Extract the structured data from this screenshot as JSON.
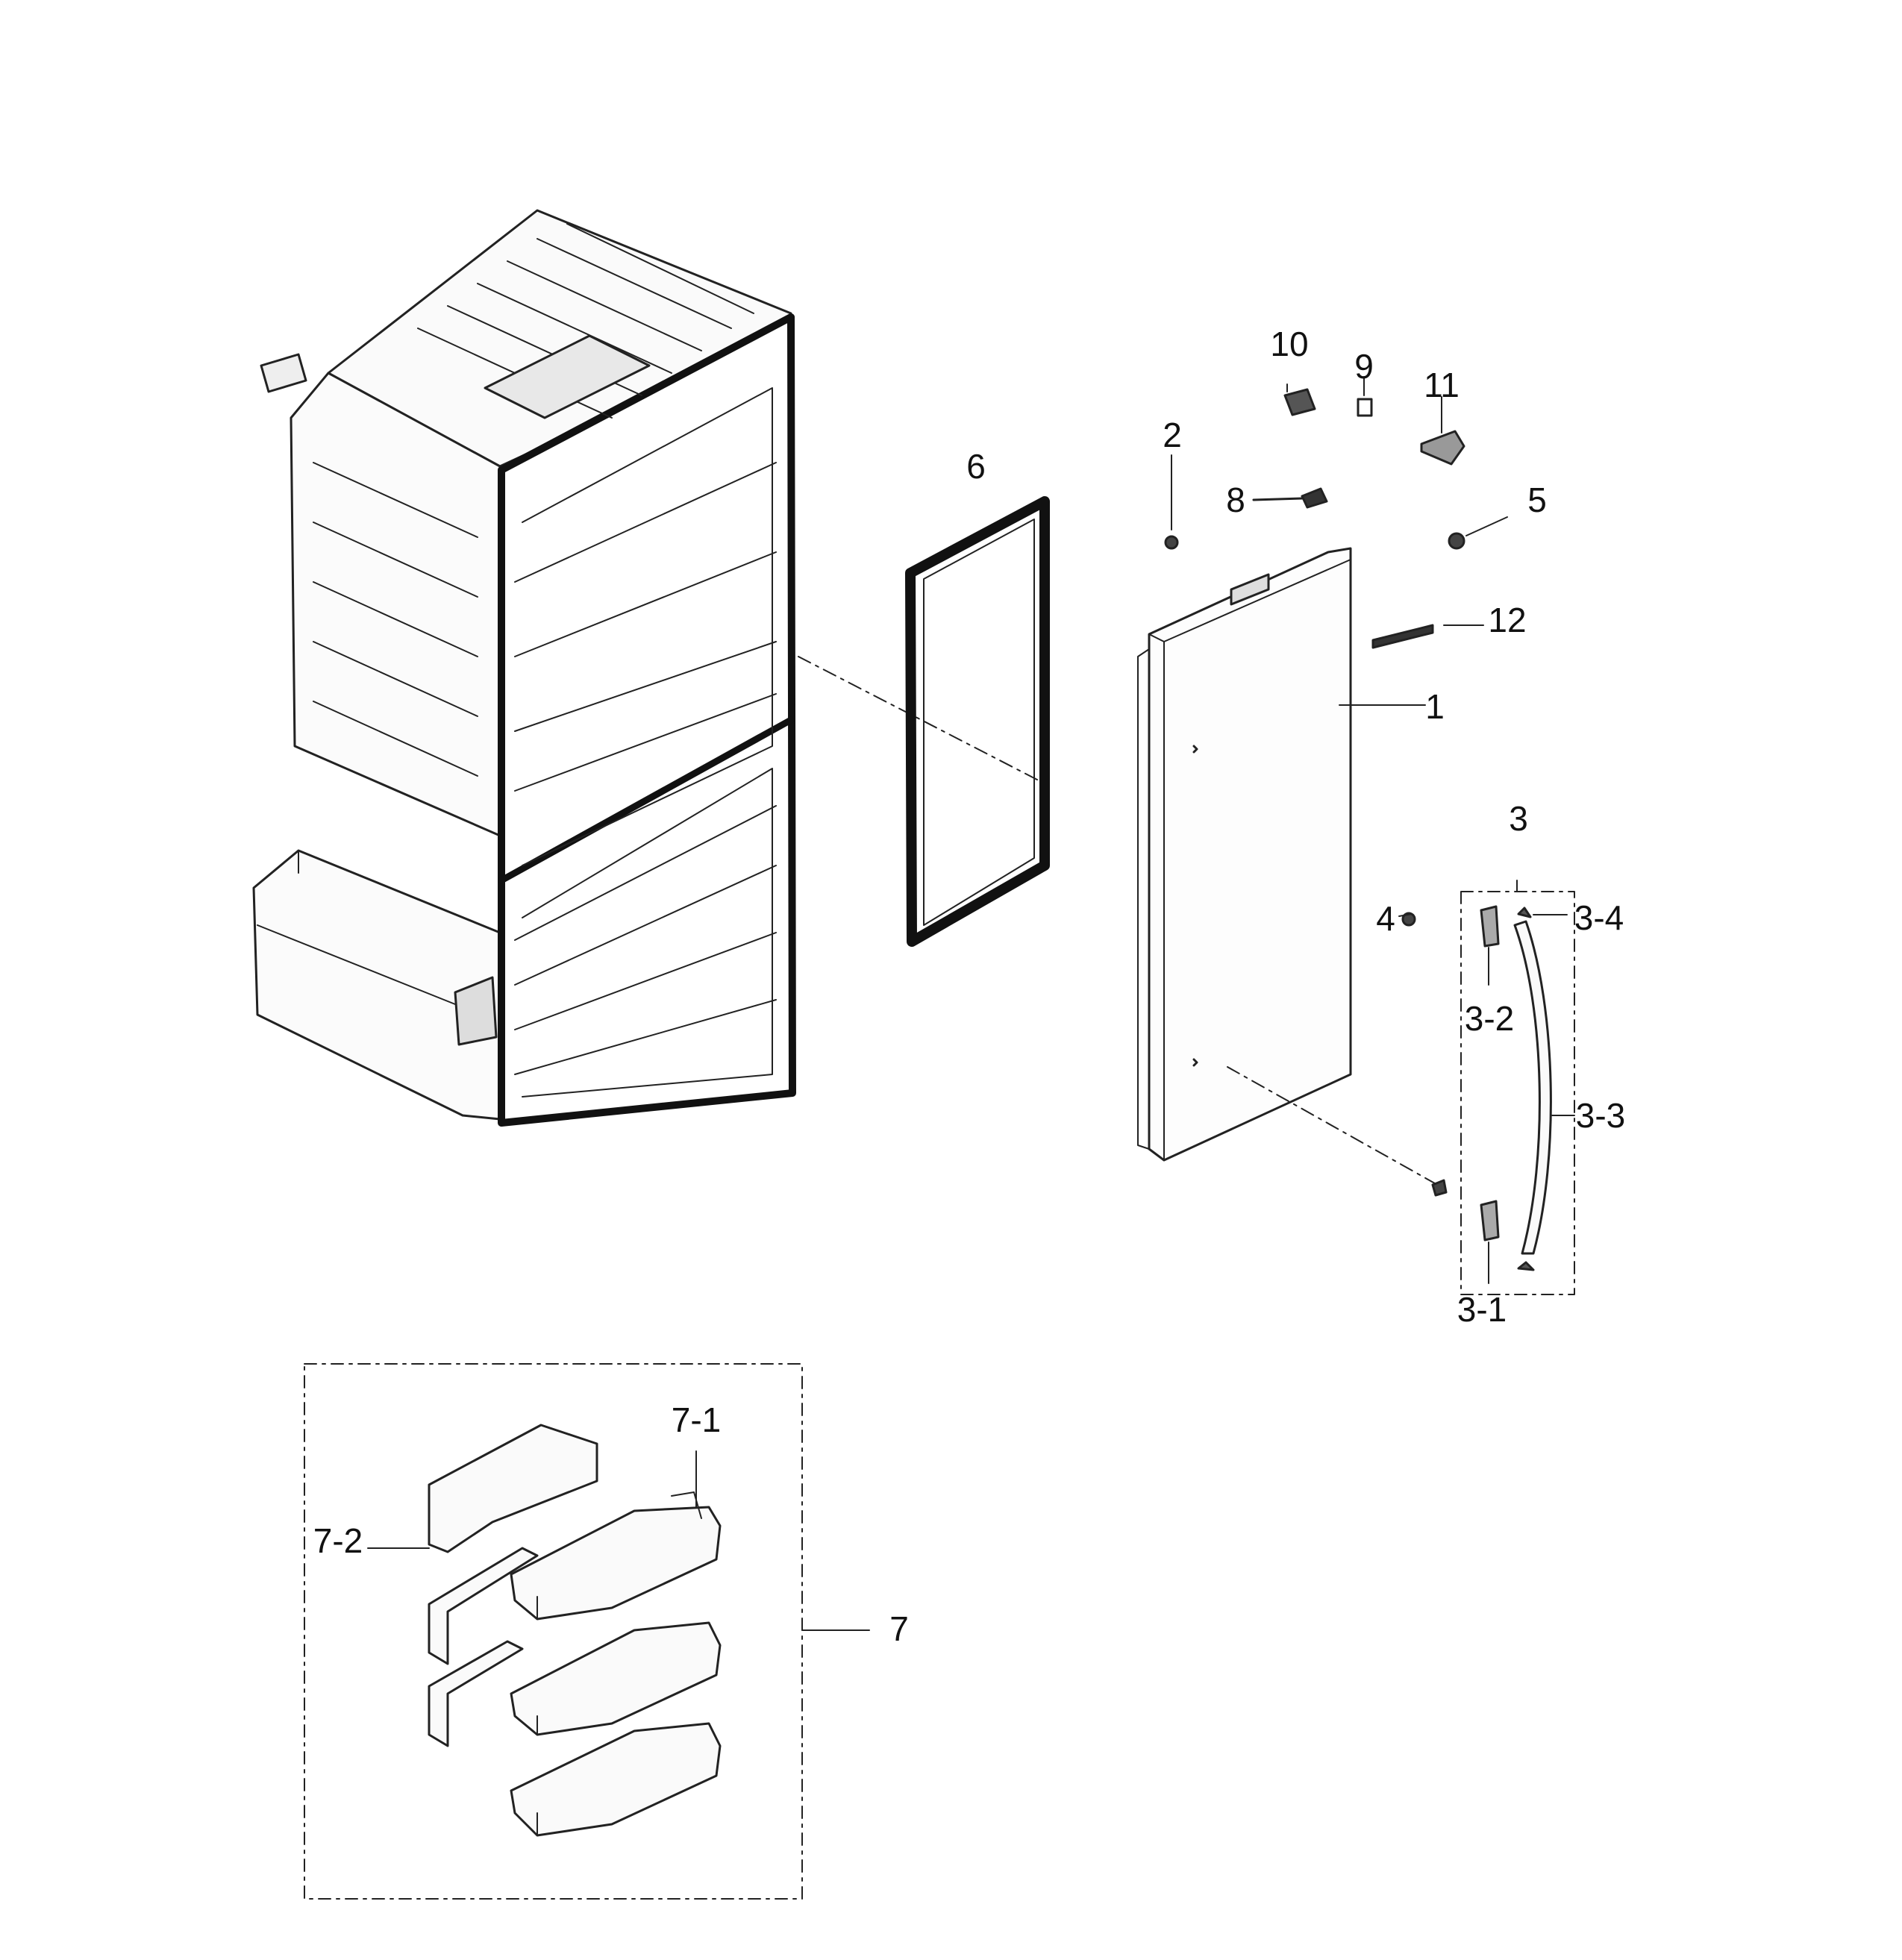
{
  "diagram": {
    "callouts": [
      {
        "id": "c10",
        "label": "10"
      },
      {
        "id": "c9",
        "label": "9"
      },
      {
        "id": "c11",
        "label": "11"
      },
      {
        "id": "c2",
        "label": "2"
      },
      {
        "id": "c6",
        "label": "6"
      },
      {
        "id": "c8",
        "label": "8"
      },
      {
        "id": "c5",
        "label": "5"
      },
      {
        "id": "c12",
        "label": "12"
      },
      {
        "id": "c1",
        "label": "1"
      },
      {
        "id": "c3",
        "label": "3"
      },
      {
        "id": "c4",
        "label": "4"
      },
      {
        "id": "c3_4",
        "label": "3-4"
      },
      {
        "id": "c3_2",
        "label": "3-2"
      },
      {
        "id": "c3_3",
        "label": "3-3"
      },
      {
        "id": "c3_1",
        "label": "3-1"
      },
      {
        "id": "c7_1",
        "label": "7-1"
      },
      {
        "id": "c7_2",
        "label": "7-2"
      },
      {
        "id": "c7",
        "label": "7"
      }
    ]
  }
}
